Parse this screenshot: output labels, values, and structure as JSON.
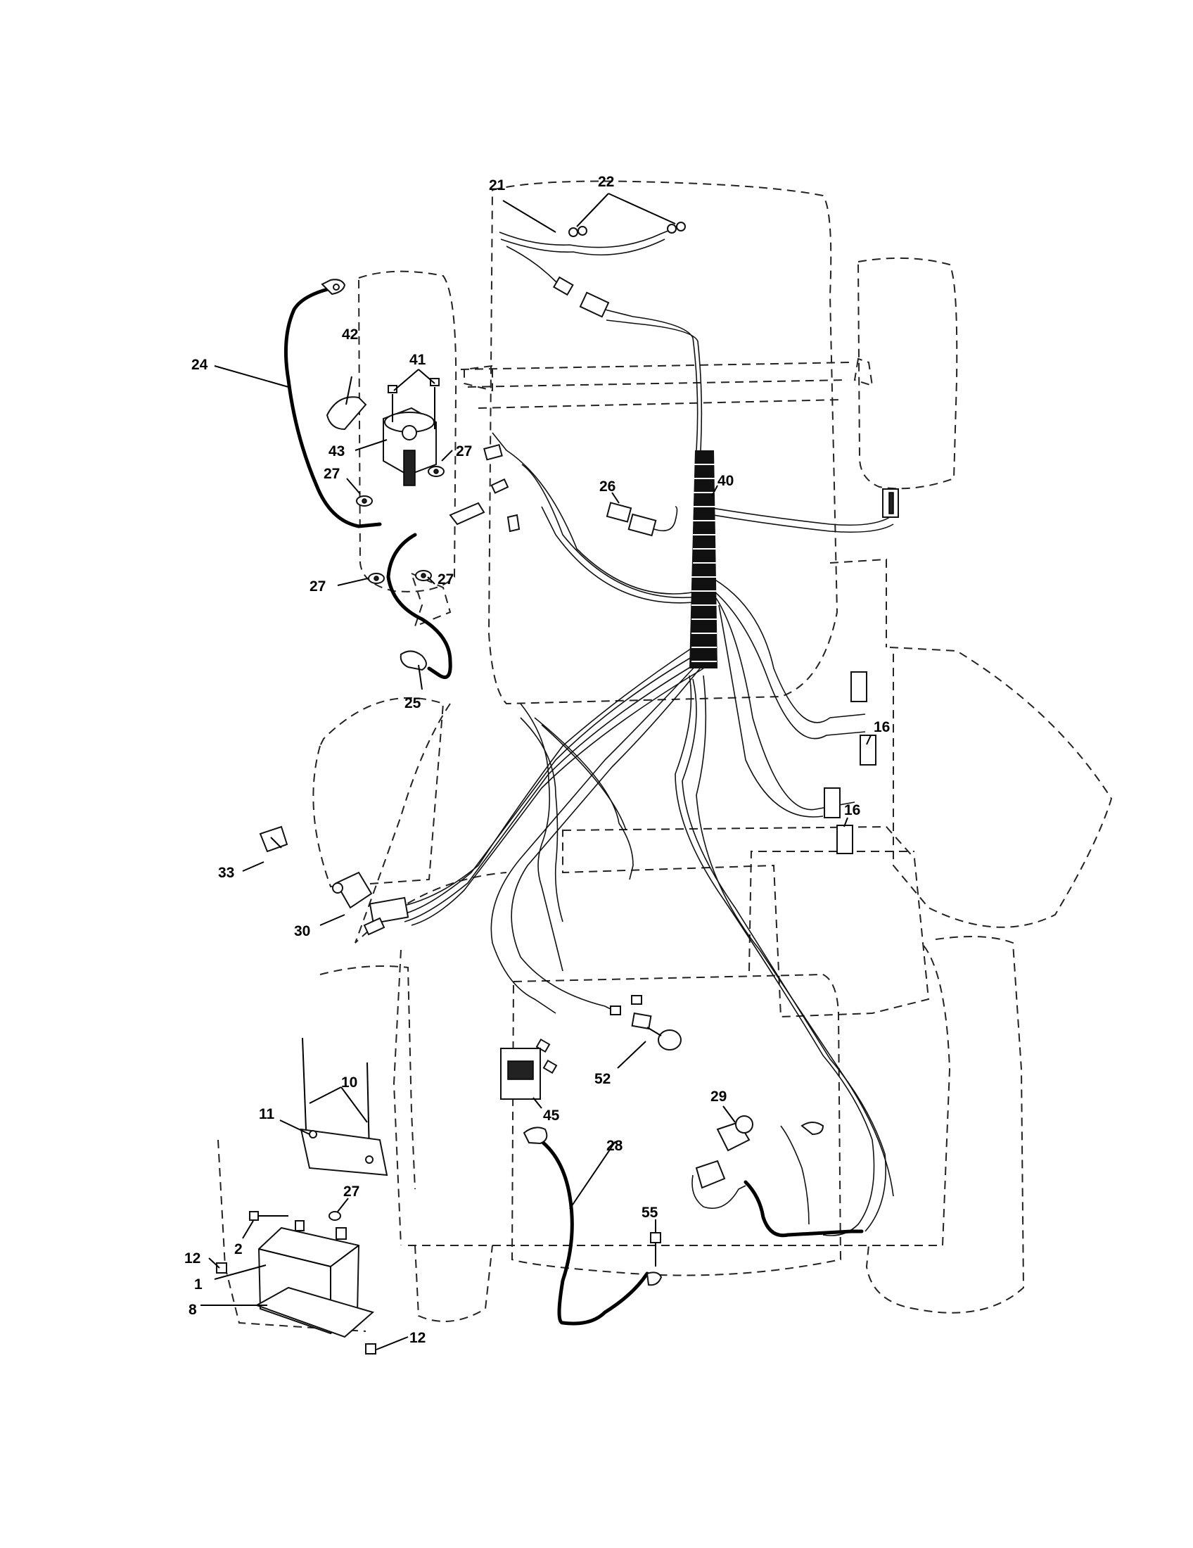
{
  "callouts": {
    "c1": "1",
    "c2": "2",
    "c8": "8",
    "c10": "10",
    "c11": "11",
    "c12a": "12",
    "c12b": "12",
    "c16a": "16",
    "c16b": "16",
    "c21": "21",
    "c22": "22",
    "c24": "24",
    "c25": "25",
    "c26": "26",
    "c27a": "27",
    "c27b": "27",
    "c27c": "27",
    "c27d": "27",
    "c27e": "27",
    "c28": "28",
    "c29": "29",
    "c30": "30",
    "c33": "33",
    "c40": "40",
    "c41": "41",
    "c42": "42",
    "c43": "43",
    "c45": "45",
    "c52": "52",
    "c55": "55"
  }
}
